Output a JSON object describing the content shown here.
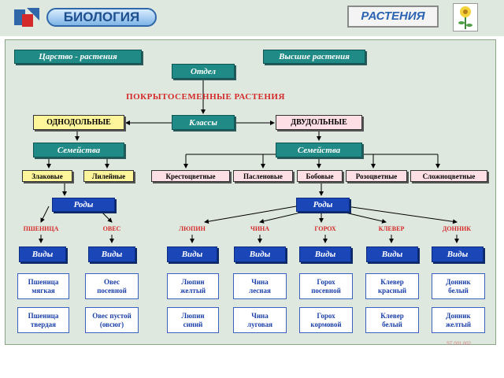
{
  "header": {
    "subject": "БИОЛОГИЯ",
    "topic": "РАСТЕНИЯ"
  },
  "diagram": {
    "kingdom_label": "Царство - растения",
    "higher_label": "Высшие растения",
    "division": "Отдел",
    "division_name": "ПОКРЫТОСЕМЕННЫЕ РАСТЕНИЯ",
    "classes": "Классы",
    "monocots": "ОДНОДОЛЬНЫЕ",
    "dicots": "ДВУДОЛЬНЫЕ",
    "families_left": "Семейства",
    "families_right": "Семейства",
    "monocot_families": [
      "Злаковые",
      "Лилейные"
    ],
    "dicot_families": [
      "Крестоцветные",
      "Пасленовые",
      "Бобовые",
      "Розоцветные",
      "Сложноцветные"
    ],
    "genera_left": "Роды",
    "genera_right": "Роды",
    "genera": [
      "ПШЕНИЦА",
      "ОВЕС",
      "ЛЮПИН",
      "ЧИНА",
      "ГОРОХ",
      "КЛЕВЕР",
      "ДОННИК"
    ],
    "species_label": "Виды",
    "species_top": [
      "Пшеница\nмягкая",
      "Овес\nпосевной",
      "Люпин\nжелтый",
      "Чина\nлесная",
      "Горох\nпосевной",
      "Клевер\nкрасный",
      "Донник\nбелый"
    ],
    "species_bottom": [
      "Пшеница\nтвердая",
      "Овес пустой\n(овсюг)",
      "Люпин\nсиний",
      "Чина\nлуговая",
      "Горох\nкормовой",
      "Клевер\nбелый",
      "Донник\nжелтый"
    ]
  },
  "footer": {
    "credit": "ST 001 002"
  },
  "colors": {
    "blue_label": "#1a46b8",
    "teal_label": "#1f8a86",
    "red_text": "#d42a2a",
    "panel": "#dfe8df"
  }
}
